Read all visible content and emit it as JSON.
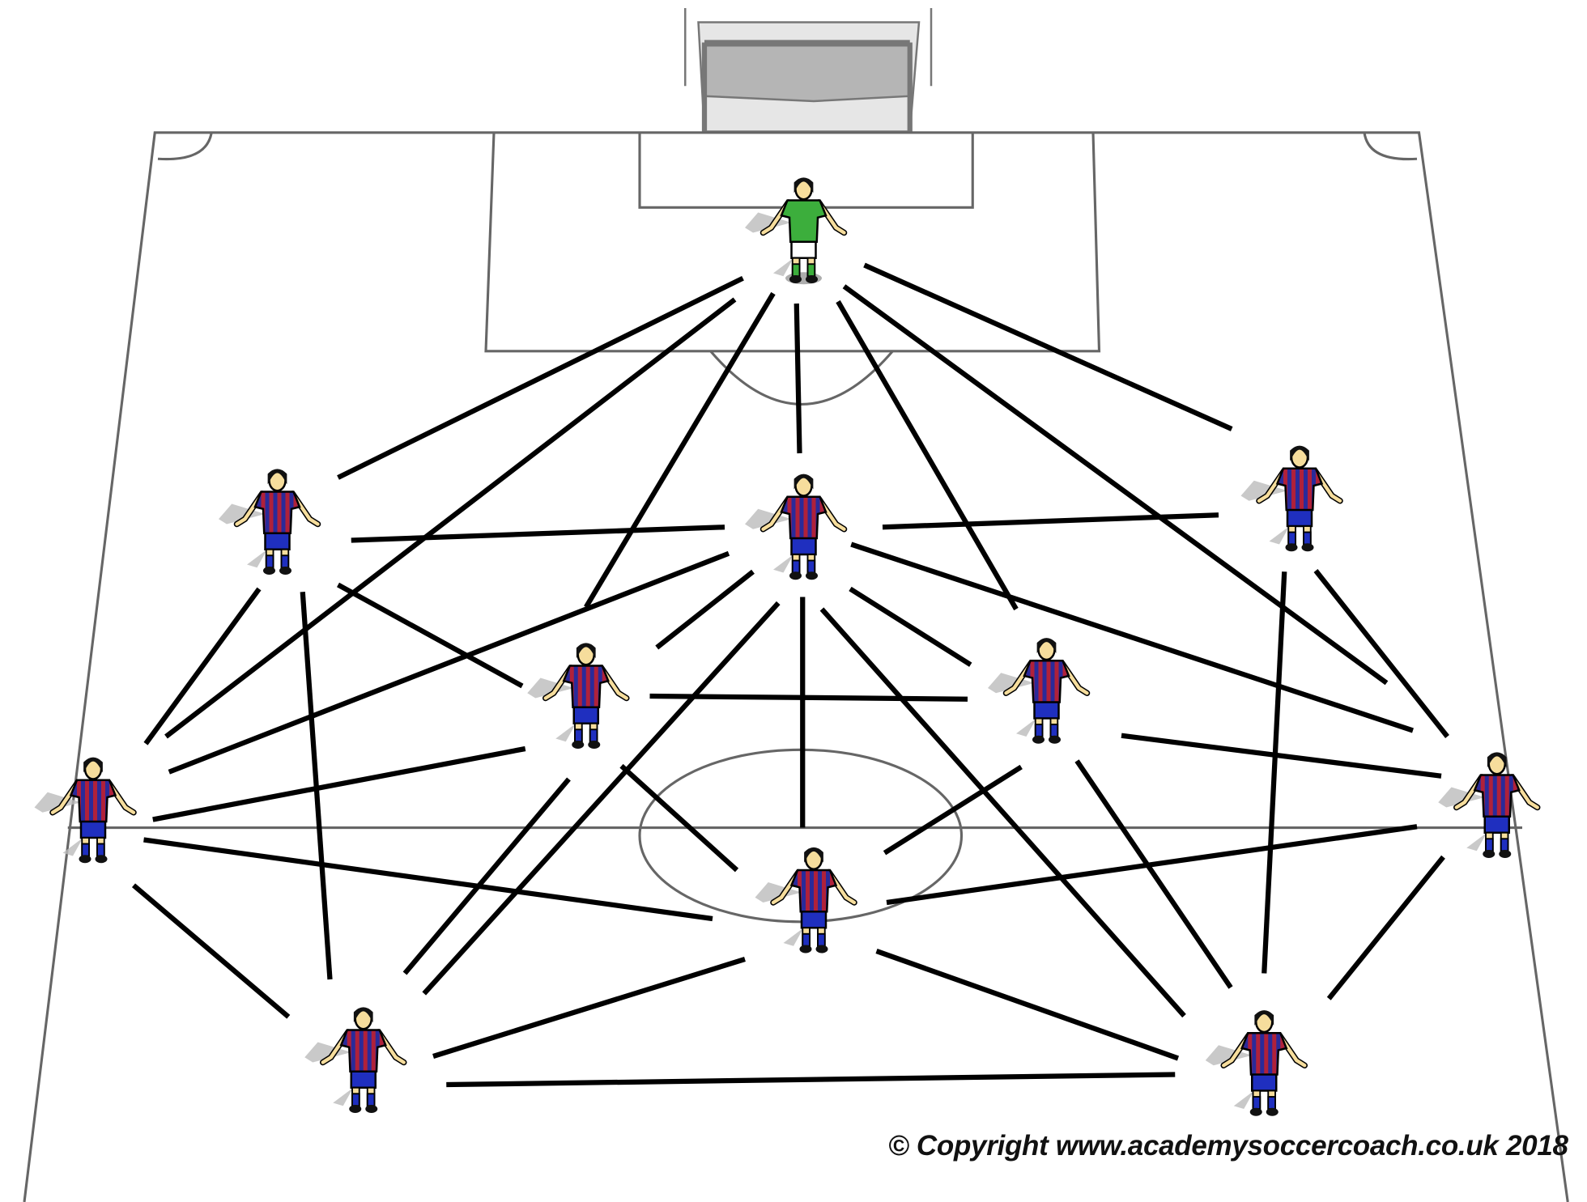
{
  "copyright": "© Copyright www.academysoccercoach.co.uk 2018",
  "colors": {
    "pitch_line": "#666666",
    "pass_line": "#000000",
    "goalkeeper_shirt": "#3cae3c",
    "goalkeeper_shorts": "#ffffff",
    "outfield_shirt_stripe_a": "#b0213a",
    "outfield_shirt_stripe_b": "#2a2a9a",
    "outfield_shorts": "#1f2fbf",
    "skin": "#f6dd9c",
    "goal_net": "#bbbbbb"
  },
  "players": [
    {
      "role": "goalkeeper"
    },
    {
      "role": "outfield"
    },
    {
      "role": "outfield"
    },
    {
      "role": "outfield"
    },
    {
      "role": "outfield"
    },
    {
      "role": "outfield"
    },
    {
      "role": "outfield"
    },
    {
      "role": "outfield"
    },
    {
      "role": "outfield"
    },
    {
      "role": "outfield"
    },
    {
      "role": "outfield"
    }
  ]
}
